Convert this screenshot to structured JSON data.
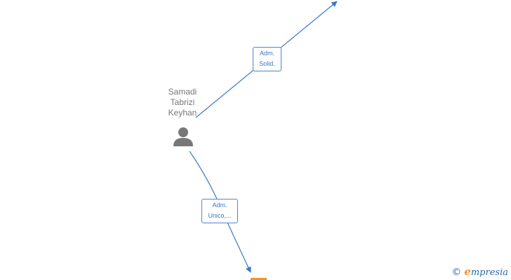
{
  "person": {
    "name_lines": [
      "Samadi",
      "Tabrizi",
      "Keyhan"
    ],
    "icon": "person-icon"
  },
  "edges": [
    {
      "label_lines": [
        "Adm.",
        "Solid."
      ]
    },
    {
      "label_lines": [
        "Adm.",
        "Unico,..."
      ]
    }
  ],
  "watermark": {
    "copyright": "©",
    "brand_first": "e",
    "brand_rest": "mpresia"
  },
  "colors": {
    "edge": "#3a78c8",
    "person_icon": "#777777",
    "company": "#f0922e"
  }
}
